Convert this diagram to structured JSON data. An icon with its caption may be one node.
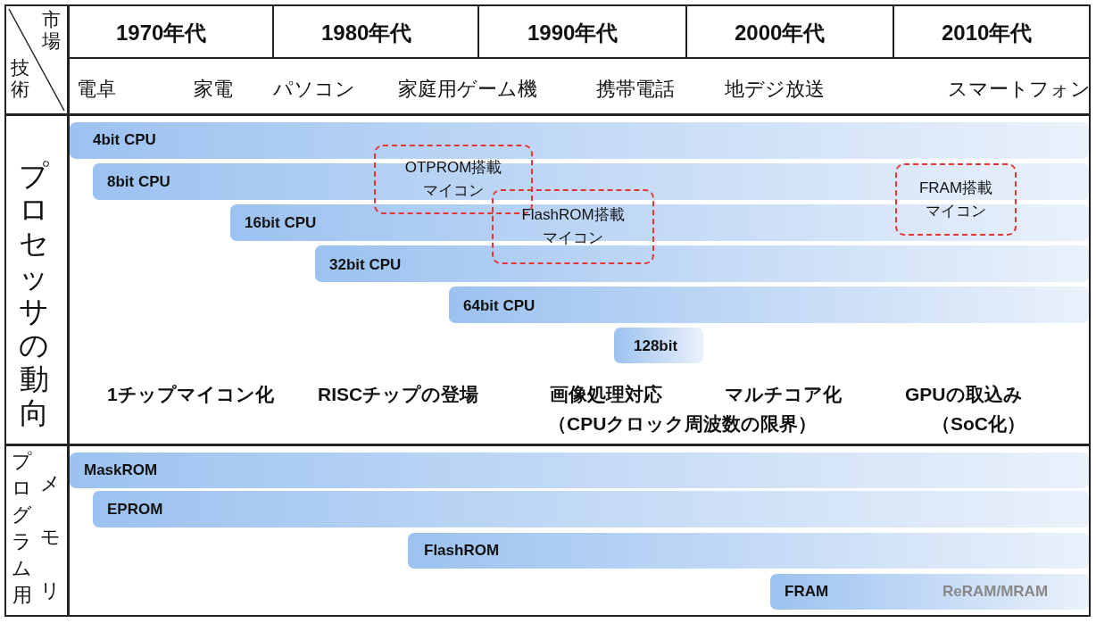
{
  "diagram": {
    "nodes": [
      {
        "text": [
          "4bit CPU"
        ]
      },
      {
        "text": [
          "8bit CPU"
        ]
      },
      {
        "text": [
          "16bit CPU"
        ]
      },
      {
        "text": [
          "32bit CPU"
        ]
      },
      {
        "text": [
          "64bit CPU"
        ]
      },
      {
        "text": [
          "128bit"
        ]
      },
      {
        "text": [
          "OTPROM搭載マイコン"
        ]
      },
      {
        "text": [
          "FlashROM搭載マイコン"
        ]
      },
      {
        "text": [
          "FRAM搭載マイコン"
        ]
      },
      {
        "text": [
          "MaskROM"
        ]
      },
      {
        "text": [
          "EPROM"
        ]
      },
      {
        "text": [
          "FlashROM"
        ]
      },
      {
        "text": [
          "FRAM",
          "ReRAM/MRAM"
        ]
      }
    ],
    "edges": [],
    "labels": [
      "市場",
      "技術",
      "1970年代",
      "1980年代",
      "1990年代",
      "2000年代",
      "2010年代",
      "電卓",
      "家電",
      "パソコン",
      "家庭用ゲーム機",
      "携帯電話",
      "地デジ放送",
      "スマートフォン",
      "プロセッサの動向",
      "1チップマイコン化",
      "RISCチップの登場",
      "画像処理対応",
      "マルチコア化",
      "GPUの取込み",
      "（CPUクロック周波数の限界）",
      "（SoC化）",
      "プログラム用",
      "メモリ"
    ]
  }
}
